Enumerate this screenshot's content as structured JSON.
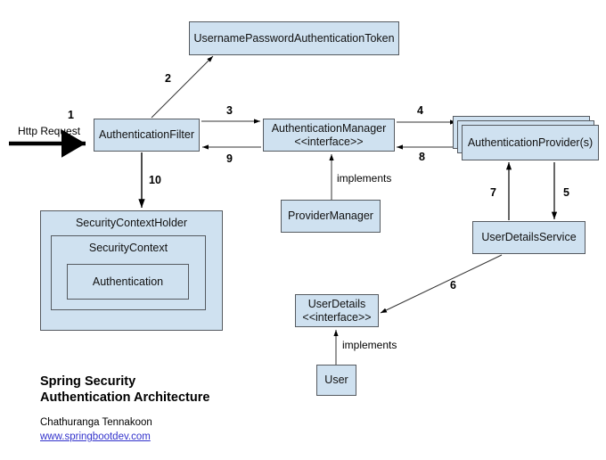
{
  "diagram": {
    "title_line1": "Spring Security",
    "title_line2": "Authentication Architecture",
    "author": "Chathuranga Tennakoon",
    "website": "www.springbootdev.com",
    "entry_label": "Http Request",
    "nodes": {
      "token": "UsernamePasswordAuthenticationToken",
      "auth_filter": "AuthenticationFilter",
      "auth_manager_line1": "AuthenticationManager",
      "auth_manager_line2": "<<interface>>",
      "auth_provider": "AuthenticationProvider(s)",
      "provider_manager": "ProviderManager",
      "user_details_service": "UserDetailsService",
      "user_details_line1": "UserDetails",
      "user_details_line2": "<<interface>>",
      "user": "User",
      "security_context_holder": "SecurityContextHolder",
      "security_context": "SecurityContext",
      "authentication": "Authentication"
    },
    "steps": {
      "s1": "1",
      "s2": "2",
      "s3": "3",
      "s4": "4",
      "s5": "5",
      "s6": "6",
      "s7": "7",
      "s8": "8",
      "s9": "9",
      "s10": "10"
    },
    "relations": {
      "implements_manager": "implements",
      "implements_user": "implements"
    },
    "colors": {
      "node_fill": "#cfe1f0",
      "node_border": "#555a60",
      "link": "#3333cc",
      "arrow": "#000000"
    }
  }
}
